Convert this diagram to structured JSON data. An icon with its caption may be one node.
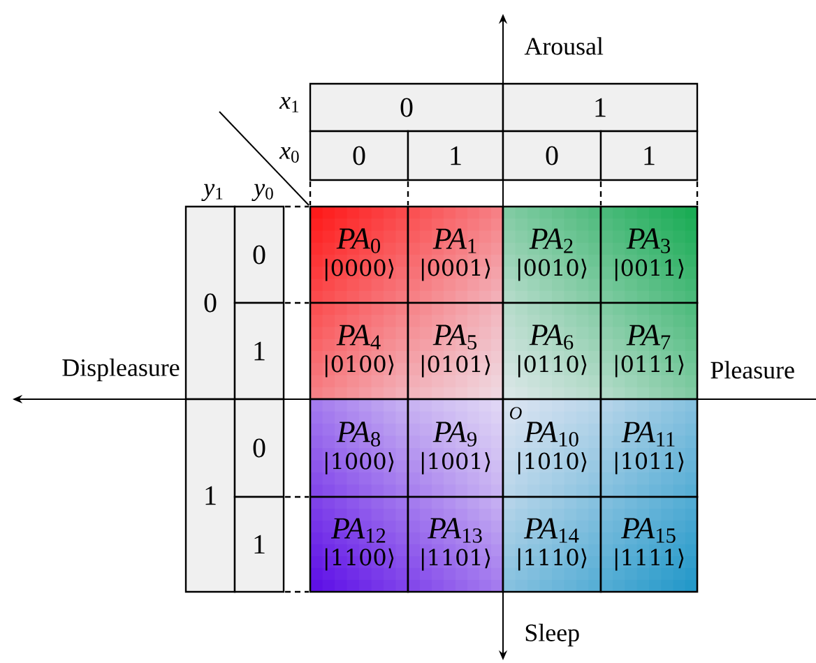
{
  "diagram": {
    "nodes": [
      {
        "text": [
          "0"
        ]
      },
      {
        "text": [
          "1"
        ]
      },
      {
        "text": [
          "0"
        ]
      },
      {
        "text": [
          "1"
        ]
      },
      {
        "text": [
          "0"
        ]
      },
      {
        "text": [
          "1"
        ]
      },
      {
        "text": [
          "0"
        ]
      },
      {
        "text": [
          "1"
        ]
      },
      {
        "text": [
          "0"
        ]
      },
      {
        "text": [
          "1"
        ]
      },
      {
        "text": [
          "0"
        ]
      },
      {
        "text": [
          "1"
        ]
      },
      {
        "text": [
          "*PA*$_{0}$",
          "|0000⟩"
        ]
      },
      {
        "text": [
          "*PA*$_{1}$",
          "|0001⟩"
        ]
      },
      {
        "text": [
          "*PA*$_{2}$",
          "|0010⟩"
        ]
      },
      {
        "text": [
          "*PA*$_{3}$",
          "|0011⟩"
        ]
      },
      {
        "text": [
          "*PA*$_{4}$",
          "|0100⟩"
        ]
      },
      {
        "text": [
          "*PA*$_{5}$",
          "|0101⟩"
        ]
      },
      {
        "text": [
          "*PA*$_{6}$",
          "|0110⟩"
        ]
      },
      {
        "text": [
          "*PA*$_{7}$",
          "|0111⟩"
        ]
      },
      {
        "text": [
          "*PA*$_{8}$",
          "|1000⟩"
        ]
      },
      {
        "text": [
          "*PA*$_{9}$",
          "|1001⟩"
        ]
      },
      {
        "text": [
          "*PA*$_{10}$",
          "|1010⟩"
        ]
      },
      {
        "text": [
          "*PA*$_{11}$",
          "|1011⟩"
        ]
      },
      {
        "text": [
          "*PA*$_{12}$",
          "|1100⟩"
        ]
      },
      {
        "text": [
          "*PA*$_{13}$",
          "|1101⟩"
        ]
      },
      {
        "text": [
          "*PA*$_{14}$",
          "|1110⟩"
        ]
      },
      {
        "text": [
          "*PA*$_{15}$",
          "|1111⟩"
        ]
      }
    ],
    "labels": [
      "Arousal",
      "*x*$_{1}$",
      "*x*$_{0}$",
      "*y*$_{1}$",
      "*y*$_{0}$",
      "Displeasure",
      "Pleasure",
      "O",
      "Sleep"
    ]
  }
}
